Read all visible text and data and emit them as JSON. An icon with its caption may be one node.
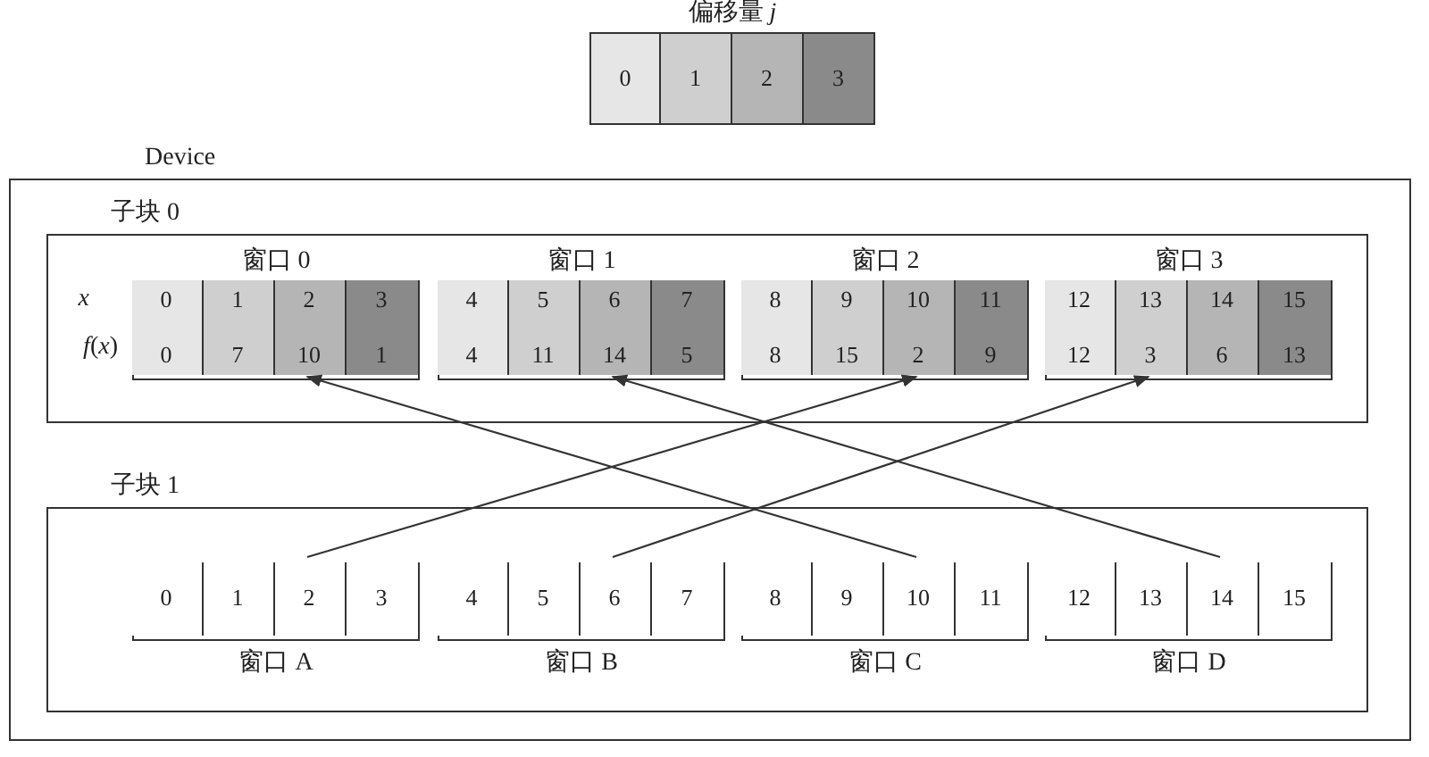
{
  "diagram": {
    "nodes": [
      {
        "text": [
          "Device"
        ]
      },
      {
        "text": [
          "子块 0"
        ],
        "in": 0
      },
      {
        "text": [
          "窗口 0"
        ],
        "in": 1
      },
      {
        "text": [
          "0",
          "0"
        ],
        "in": 2
      },
      {
        "text": [
          "1",
          "7"
        ],
        "in": 2
      },
      {
        "text": [
          "2",
          "10"
        ],
        "in": 2
      },
      {
        "text": [
          "3",
          "1"
        ],
        "in": 2
      },
      {
        "text": [
          "窗口 1"
        ],
        "in": 1
      },
      {
        "text": [
          "4",
          "4"
        ],
        "in": 7
      },
      {
        "text": [
          "5",
          "11"
        ],
        "in": 7
      },
      {
        "text": [
          "6",
          "14"
        ],
        "in": 7
      },
      {
        "text": [
          "7",
          "5"
        ],
        "in": 7
      },
      {
        "text": [
          "窗口 2"
        ],
        "in": 1
      },
      {
        "text": [
          "8",
          "8"
        ],
        "in": 12
      },
      {
        "text": [
          "9",
          "15"
        ],
        "in": 12
      },
      {
        "text": [
          "10",
          "2"
        ],
        "in": 12
      },
      {
        "text": [
          "11",
          "9"
        ],
        "in": 12
      },
      {
        "text": [
          "窗口 3"
        ],
        "in": 1
      },
      {
        "text": [
          "12",
          "12"
        ],
        "in": 17
      },
      {
        "text": [
          "13",
          "3"
        ],
        "in": 17
      },
      {
        "text": [
          "14",
          "6"
        ],
        "in": 17
      },
      {
        "text": [
          "15",
          "13"
        ],
        "in": 17
      },
      {
        "text": [
          "子块 1"
        ],
        "in": 0
      },
      {
        "text": [
          "窗口 A"
        ],
        "in": 22
      },
      {
        "text": [
          "0"
        ],
        "in": 23
      },
      {
        "text": [
          "1"
        ],
        "in": 23
      },
      {
        "text": [
          "2"
        ],
        "in": 23
      },
      {
        "text": [
          "3"
        ],
        "in": 23
      },
      {
        "text": [
          "窗口 B"
        ],
        "in": 22
      },
      {
        "text": [
          "4"
        ],
        "in": 28
      },
      {
        "text": [
          "5"
        ],
        "in": 28
      },
      {
        "text": [
          "6"
        ],
        "in": 28
      },
      {
        "text": [
          "7"
        ],
        "in": 28
      },
      {
        "text": [
          "窗口 C"
        ],
        "in": 22
      },
      {
        "text": [
          "8"
        ],
        "in": 33
      },
      {
        "text": [
          "9"
        ],
        "in": 33
      },
      {
        "text": [
          "10"
        ],
        "in": 33
      },
      {
        "text": [
          "11"
        ],
        "in": 33
      },
      {
        "text": [
          "窗口 D"
        ],
        "in": 22
      },
      {
        "text": [
          "12"
        ],
        "in": 38
      },
      {
        "text": [
          "13"
        ],
        "in": 38
      },
      {
        "text": [
          "14"
        ],
        "in": 38
      },
      {
        "text": [
          "15"
        ],
        "in": 38
      }
    ],
    "edges": [
      {
        "from": 26,
        "to": 15,
        "arrow": "to"
      },
      {
        "from": 31,
        "to": 19,
        "arrow": "to"
      },
      {
        "from": 36,
        "to": 5,
        "arrow": "to"
      },
      {
        "from": 41,
        "to": 10,
        "arrow": "to"
      }
    ],
    "labels": [
      "偏移量 *j*",
      "*x*",
      "*f*(*x*)"
    ],
    "legend": [
      {
        "text": "0",
        "color": "#e6e6e6"
      },
      {
        "text": "1",
        "color": "#cfcfcf"
      },
      {
        "text": "2",
        "color": "#b5b5b5"
      },
      {
        "text": "3",
        "color": "#8a8a8a"
      }
    ]
  }
}
